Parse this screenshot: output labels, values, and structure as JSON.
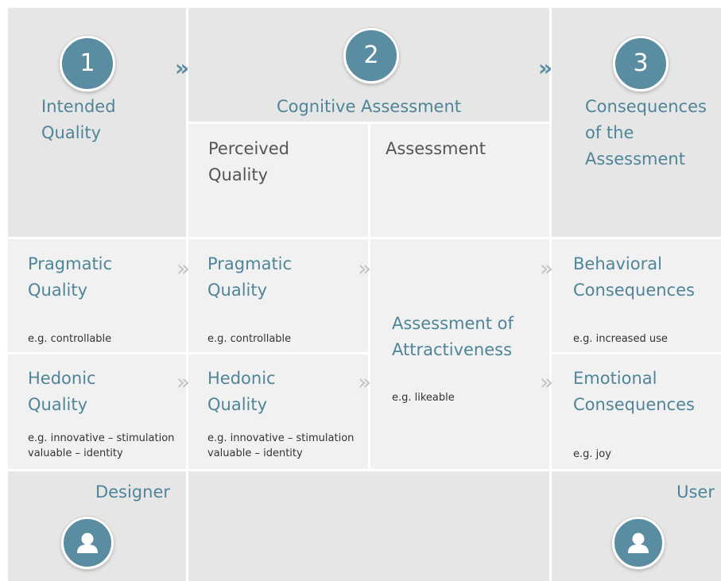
{
  "steps": [
    {
      "number": "1",
      "title": "Intended\nQuality"
    },
    {
      "number": "2",
      "title": "Cognitive Assessment"
    },
    {
      "number": "3",
      "title": "Consequences\nof the\nAssessment"
    }
  ],
  "subheaders": {
    "perceived": "Perceived\nQuality",
    "assessment": "Assessment"
  },
  "rows": {
    "pragmatic_designer": {
      "title": "Pragmatic\nQuality",
      "example": "e.g. controllable"
    },
    "pragmatic_perceived": {
      "title": "Pragmatic\nQuality",
      "example": "e.g. controllable"
    },
    "hedonic_designer": {
      "title": "Hedonic\nQuality",
      "example": "e.g. innovative – stimulation\nvaluable – identity"
    },
    "hedonic_perceived": {
      "title": "Hedonic\nQuality",
      "example": "e.g. innovative – stimulation\nvaluable – identity"
    },
    "attractiveness": {
      "title": "Assessment of\nAttractiveness",
      "example": "e.g. likeable"
    },
    "behavioral": {
      "title": "Behavioral\nConsequences",
      "example": "e.g. increased use"
    },
    "emotional": {
      "title": "Emotional\nConsequences",
      "example": "e.g. joy"
    }
  },
  "roles": {
    "designer": "Designer",
    "user": "User"
  },
  "arrow_glyph": "»",
  "icons": [
    "double-chevron-right-icon",
    "person-icon"
  ],
  "colors": {
    "accent": "#5a8da1",
    "text_blue": "#4f8599",
    "dark_cell": "#e6e6e6",
    "light_cell": "#f1f1f1"
  }
}
